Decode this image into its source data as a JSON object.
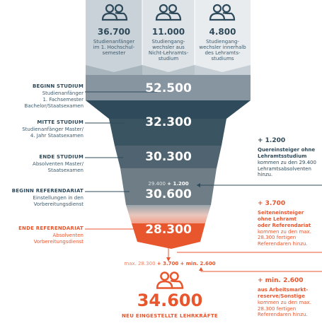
{
  "top_columns": [
    {
      "number": "36.700",
      "label_lines": [
        "Studienanfänger",
        "im 1. Hochschul-",
        "semester"
      ]
    },
    {
      "number": "11.000",
      "label_lines": [
        "Studiengang-",
        "wechsler aus",
        "Nicht-Lehramts-",
        "studium"
      ]
    },
    {
      "number": "4.800",
      "label_lines": [
        "Studiengang-",
        "wechsler innerhalb",
        "des Lehramts-",
        "studiums"
      ]
    }
  ],
  "stages": [
    {
      "title": "BEGINN STUDIUM",
      "desc_lines": [
        "Studienanfänger",
        "1. Fachsemester",
        "Bachelor/Staatsexamen"
      ],
      "value": "52.500"
    },
    {
      "title": "MITTE STUDIUM",
      "desc_lines": [
        "Studienanfänger Master/",
        "4. Jahr Staatsexamen"
      ],
      "value": "32.300"
    },
    {
      "title": "ENDE STUDIUM",
      "desc_lines": [
        "Absolventen Master/",
        "Staatsexamen"
      ],
      "value": "30.300"
    },
    {
      "title": "BEGINN REFERENDARIAT",
      "desc_lines": [
        "Einstellungen in den",
        "Vorbereitungsdienst"
      ],
      "value": "30.600"
    },
    {
      "title": "ENDE REFERENDARIAT",
      "desc_lines": [
        "Absolventen",
        "Vorbereitungsdienst"
      ],
      "value": "28.300"
    }
  ],
  "inflow_line": {
    "base": "29.400",
    "plus": "+ 1.200"
  },
  "notes": [
    {
      "head": "+ 1.200",
      "bold_lines": [
        "Quereinsteiger ohne",
        "Lehramtsstudium"
      ],
      "lines": [
        "kommen zu den 29.400",
        "Lehramtsabsolventen",
        "hinzu."
      ]
    },
    {
      "head": "+ 3.700",
      "bold_lines": [
        "Seiteneinsteiger",
        "ohne Lehramt",
        "oder Referendariat"
      ],
      "lines": [
        "kommen zu den max.",
        "28.300 fertigen",
        "Referendaren hinzu."
      ]
    },
    {
      "head": "+ min. 2.600",
      "bold_lines": [
        "aus Arbeitsmarkt-",
        "reserve/Sonstige"
      ],
      "lines": [
        "kommen zu den max.",
        "28.300 fertigen",
        "Referendaren hinzu."
      ]
    }
  ],
  "formula": {
    "prefix": "max. 28.300",
    "plus1": "+ 3.700",
    "plus2": "+ min. 2.600"
  },
  "result": {
    "value": "34.600",
    "label": "NEU EINGESTELLTE LEHRKRÄFTE"
  },
  "colors": {
    "dark": "#2f4a5a",
    "accent": "#e8562e"
  }
}
